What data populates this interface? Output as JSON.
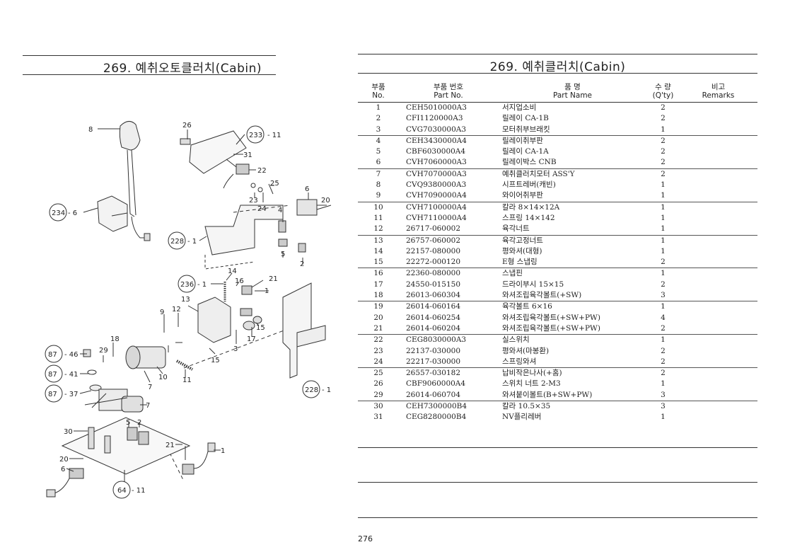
{
  "left_title": "269. 예취오토클러치(Cabin)",
  "right_title": "269. 예취클러치(Cabin)",
  "header": {
    "no_ko": "부품",
    "no_en": "No.",
    "pn_ko": "부품 번호",
    "pn_en": "Part No.",
    "name_ko": "품 명",
    "name_en": "Part Name",
    "qty_ko": "수 량",
    "qty_en": "(Q'ty)",
    "rm_ko": "비고",
    "rm_en": "Remarks"
  },
  "rows": [
    {
      "no": "1",
      "pn": "CEH5010000A3",
      "name": "서지업소비",
      "qty": "2"
    },
    {
      "no": "2",
      "pn": "CFI1120000A3",
      "name": "릴레이 CA-1B",
      "qty": "2"
    },
    {
      "no": "3",
      "pn": "CVG7030000A3",
      "name": "모터취부브래킷",
      "qty": "1"
    },
    {
      "no": "4",
      "pn": "CEH3430000A4",
      "name": "릴레이취부판",
      "qty": "2"
    },
    {
      "no": "5",
      "pn": "CBF6030000A4",
      "name": "릴레이 CA-1A",
      "qty": "2"
    },
    {
      "no": "6",
      "pn": "CVH7060000A3",
      "name": "릴레이박스 CNB",
      "qty": "2"
    },
    {
      "no": "7",
      "pn": "CVH7070000A3",
      "name": "예취클러치모터 ASS'Y",
      "qty": "2"
    },
    {
      "no": "8",
      "pn": "CVQ9380000A3",
      "name": "시프트레버(캐빈)",
      "qty": "1"
    },
    {
      "no": "9",
      "pn": "CVH7090000A4",
      "name": "와이어취부판",
      "qty": "1"
    },
    {
      "no": "10",
      "pn": "CVH7100000A4",
      "name": "칼라 8×14×12A",
      "qty": "1"
    },
    {
      "no": "11",
      "pn": "CVH7110000A4",
      "name": "스프링 14×142",
      "qty": "1"
    },
    {
      "no": "12",
      "pn": "26717-060002",
      "name": "육각너트",
      "qty": "1"
    },
    {
      "no": "13",
      "pn": "26757-060002",
      "name": "육각고정너트",
      "qty": "1"
    },
    {
      "no": "14",
      "pn": "22157-080000",
      "name": "평와셔(대형)",
      "qty": "1"
    },
    {
      "no": "15",
      "pn": "22272-000120",
      "name": "E형 스냅링",
      "qty": "2"
    },
    {
      "no": "16",
      "pn": "22360-080000",
      "name": "스냅핀",
      "qty": "1"
    },
    {
      "no": "17",
      "pn": "24550-015150",
      "name": "드라이부시 15×15",
      "qty": "2"
    },
    {
      "no": "18",
      "pn": "26013-060304",
      "name": "와셔조립육각볼트(+SW)",
      "qty": "3"
    },
    {
      "no": "19",
      "pn": "26014-060164",
      "name": "육각볼트 6×16",
      "qty": "1"
    },
    {
      "no": "20",
      "pn": "26014-060254",
      "name": "와셔조립육각볼트(+SW+PW)",
      "qty": "4"
    },
    {
      "no": "21",
      "pn": "26014-060204",
      "name": "와셔조립육각볼트(+SW+PW)",
      "qty": "2"
    },
    {
      "no": "22",
      "pn": "CEG8030000A3",
      "name": "실스위치",
      "qty": "1"
    },
    {
      "no": "23",
      "pn": "22137-030000",
      "name": "평와셔(마봉환)",
      "qty": "2"
    },
    {
      "no": "24",
      "pn": "22217-030000",
      "name": "스프링와셔",
      "qty": "2"
    },
    {
      "no": "25",
      "pn": "26557-030182",
      "name": "납비작은나사(+홈)",
      "qty": "2"
    },
    {
      "no": "26",
      "pn": "CBF9060000A4",
      "name": "스위치 너트 2-M3",
      "qty": "1"
    },
    {
      "no": "29",
      "pn": "26014-060704",
      "name": "와셔붙이볼트(B+SW+PW)",
      "qty": "3"
    },
    {
      "no": "30",
      "pn": "CEH7300000B4",
      "name": "칼라 10.5×35",
      "qty": "3"
    },
    {
      "no": "31",
      "pn": "CEG8280000B4",
      "name": "NV플리레버",
      "qty": "1"
    }
  ],
  "diagram_labels": {
    "l8": "8",
    "l26": "26",
    "c233": "233",
    "l233s": "- 11",
    "l31": "31",
    "l22": "22",
    "l25": "25",
    "l23": "23",
    "l24": "24",
    "l6a": "6",
    "l20": "20",
    "l4": "4",
    "l5": "5",
    "l2": "2",
    "c234": "234",
    "l234s": "- 6",
    "c228a": "228",
    "l228as": "- 1",
    "l14": "14",
    "l16": "16",
    "l21a": "21",
    "l1a": "1",
    "c236": "236",
    "l236s": "- 1",
    "l13": "13",
    "l12": "12",
    "l9": "9",
    "l15a": "15",
    "l17": "17",
    "l3": "3",
    "l18": "18",
    "c87a": "87",
    "l87as": "- 46",
    "l29": "29",
    "c87b": "87",
    "l87bs": "- 41",
    "c87c": "87",
    "l87cs": "- 37",
    "l15b": "15",
    "l10": "10",
    "l11": "11",
    "l7a": "7",
    "l7b": "7",
    "c228b": "228",
    "l228bs": "- 1",
    "l30": "30",
    "l5b": "5",
    "l2b": "2",
    "l21b": "21",
    "l1b": "1",
    "l20b": "20",
    "l6b": "6",
    "c64": "64",
    "l64s": "- 11"
  },
  "page_number": "276"
}
